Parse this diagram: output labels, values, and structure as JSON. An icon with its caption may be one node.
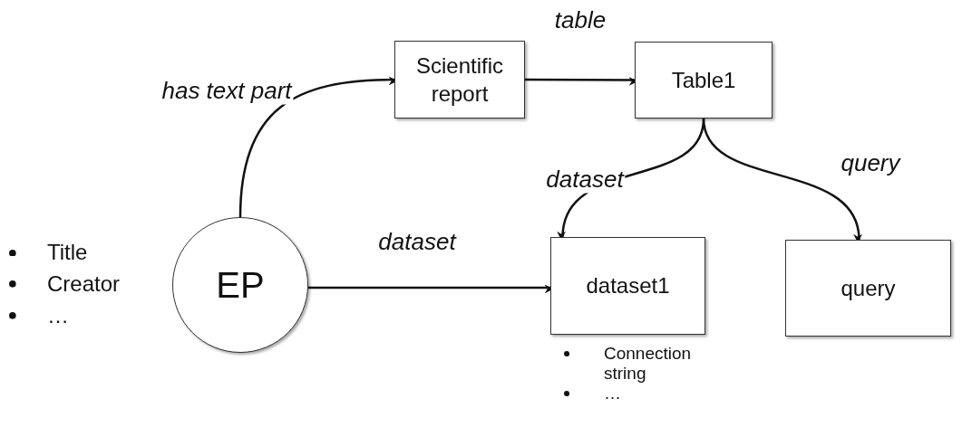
{
  "diagram": {
    "nodes": [
      {
        "text": [
          "Scientific report"
        ]
      },
      {
        "text": [
          "Table1"
        ]
      },
      {
        "text": [
          "EP"
        ],
        "beside": [
          "Title",
          "Creator",
          "…"
        ]
      },
      {
        "text": [
          "dataset1"
        ],
        "beside": [
          "Connection string",
          "…"
        ]
      },
      {
        "text": [
          "query"
        ]
      }
    ],
    "edges": [
      {
        "from": 2,
        "to": 0,
        "arrow": "to",
        "label": "has text part"
      },
      {
        "from": 0,
        "to": 1,
        "arrow": "to",
        "label": "table"
      },
      {
        "from": 1,
        "to": 3,
        "arrow": "to",
        "label": "dataset"
      },
      {
        "from": 1,
        "to": 4,
        "arrow": "to",
        "label": "query"
      },
      {
        "from": 2,
        "to": 3,
        "arrow": "to",
        "label": "dataset"
      }
    ]
  }
}
